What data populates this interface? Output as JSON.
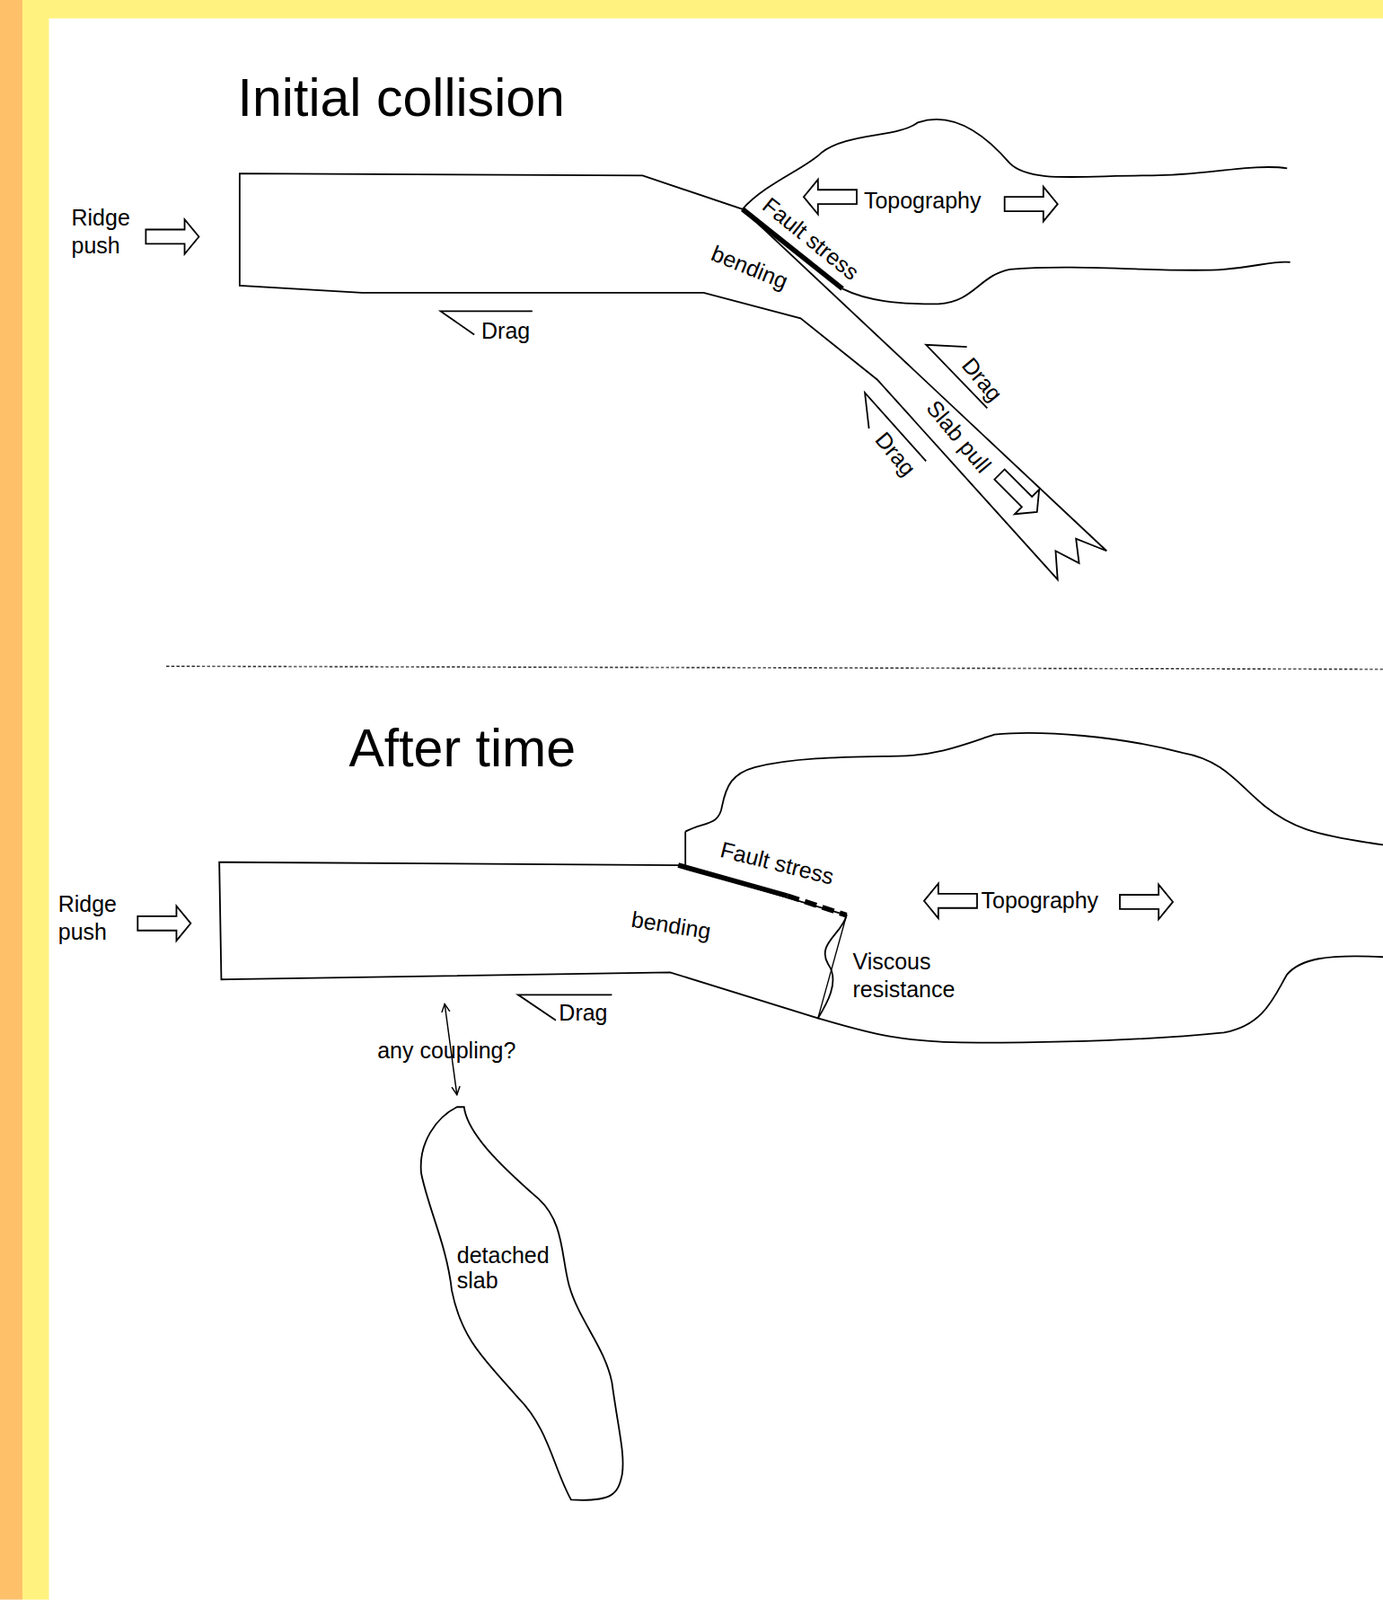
{
  "diagram": {
    "nodes": [
      {
        "text": [
          "detached slab"
        ]
      }
    ],
    "labels": [
      "Initial collision",
      "Ridge push",
      "Topography",
      "Fault stress",
      "bending",
      "Drag",
      "Drag",
      "Slab pull",
      "Drag",
      "After time",
      "Ridge push",
      "Fault stress",
      "Topography",
      "bending",
      "Viscous resistance",
      "Drag",
      "any coupling?"
    ]
  }
}
